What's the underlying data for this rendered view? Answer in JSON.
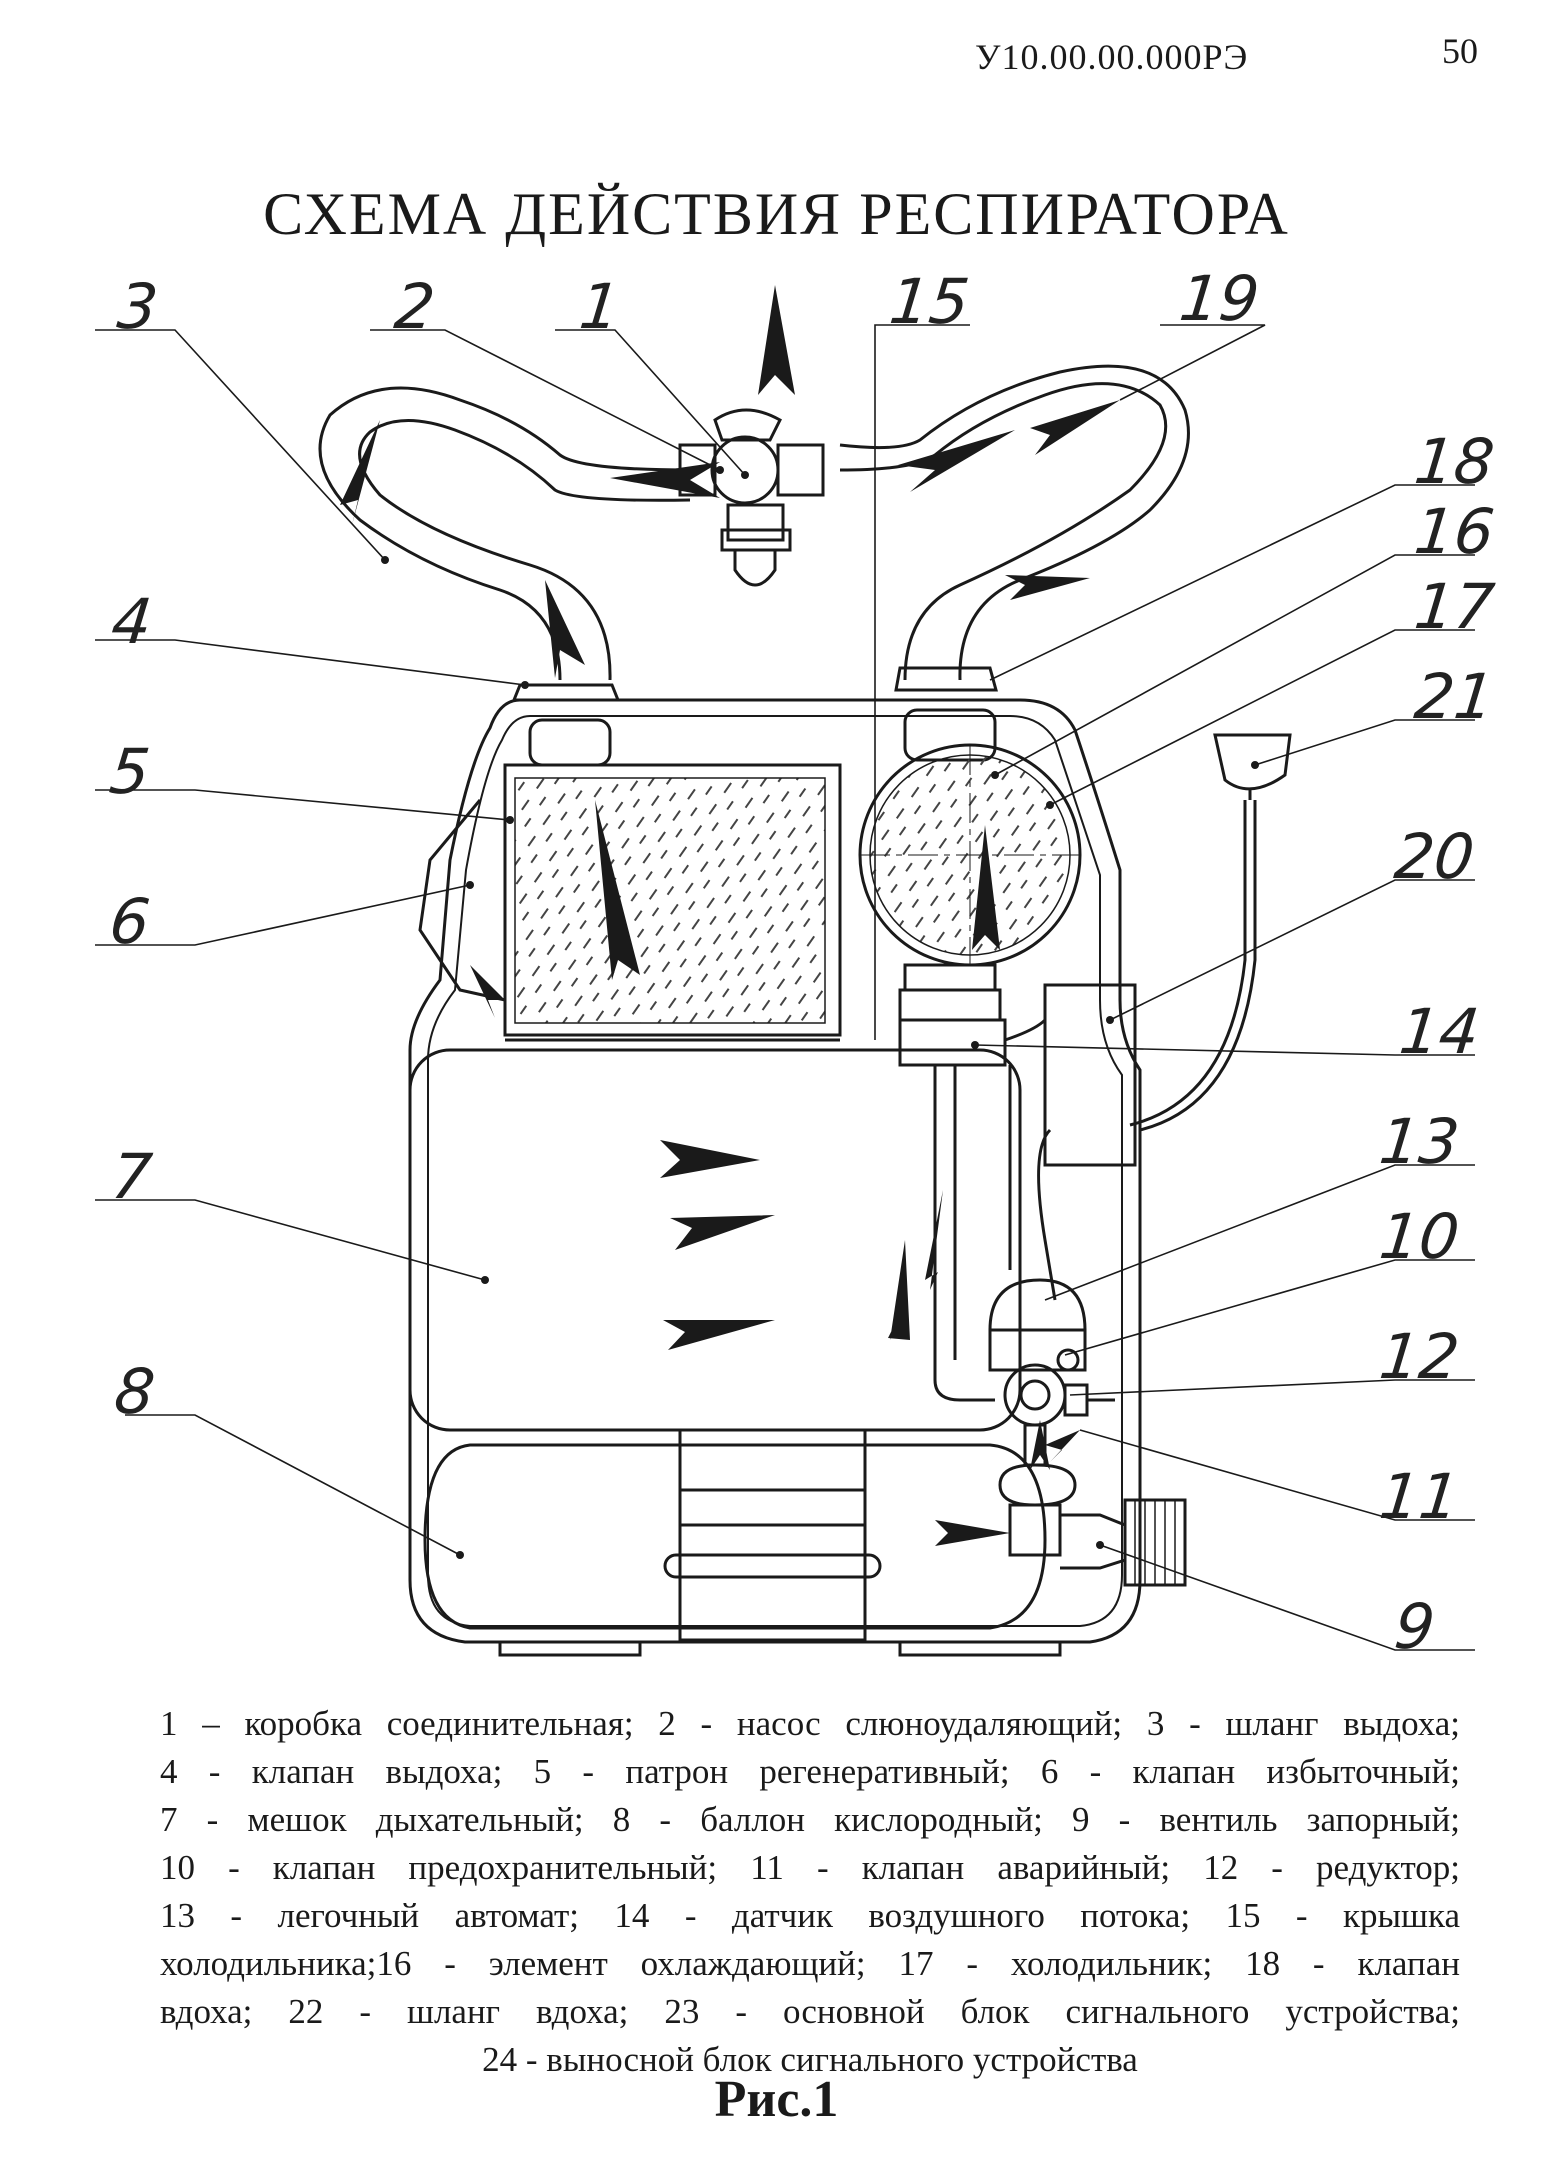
{
  "header": {
    "doc_code": "У10.00.00.000РЭ",
    "page_number": "50"
  },
  "title": "СХЕМА ДЕЙСТВИЯ РЕСПИРАТОРА",
  "callouts": [
    "1",
    "2",
    "3",
    "4",
    "5",
    "6",
    "7",
    "8",
    "9",
    "10",
    "11",
    "12",
    "13",
    "14",
    "15",
    "16",
    "17",
    "18",
    "19",
    "20",
    "21"
  ],
  "legend_lines": [
    "1 – коробка соединительная; 2 - насос слюноудаляющий; 3 - шланг выдоха;",
    "4 - клапан выдоха; 5 - патрон регенеративный; 6 - клапан избыточный;",
    "7 - мешок дыхательный; 8 - баллон кислородный; 9 - вентиль запорный;",
    "10 - клапан предохранительный; 11 - клапан аварийный; 12 - редуктор;",
    "13 - легочный автомат; 14 - датчик воздушного потока; 15 - крышка",
    "холодильника;16 - элемент охлаждающий; 17 - холодильник; 18 - клапан",
    "вдоха; 22 - шланг вдоха; 23 - основной блок сигнального устройства;",
    "24 - выносной блок сигнального устройства"
  ],
  "caption": "Рис.1"
}
